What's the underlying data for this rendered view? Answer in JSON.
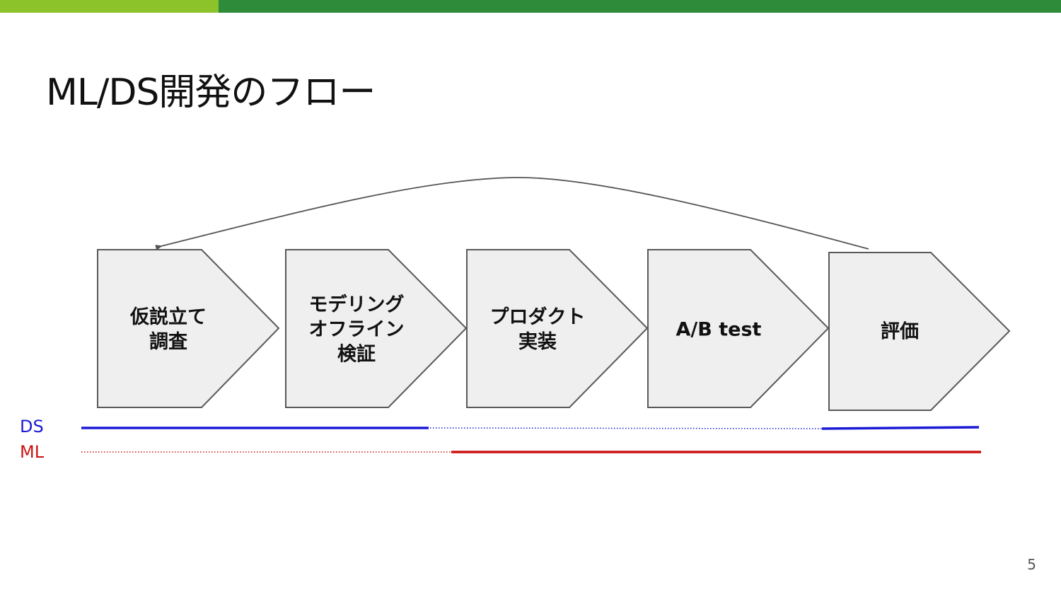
{
  "slide": {
    "title": "ML/DS開発のフロー",
    "page_number": "5"
  },
  "colors": {
    "topbar_light": "#8cc32a",
    "topbar_dark": "#2e8b3a",
    "step_fill": "#efefef",
    "step_stroke": "#595959",
    "ds": "#1a1ad6",
    "ml": "#cc1111",
    "arrow": "#555555"
  },
  "steps": [
    {
      "id": "hypothesis",
      "label": "仮説立て\n調査"
    },
    {
      "id": "modeling",
      "label": "モデリング\nオフライン\n検証"
    },
    {
      "id": "product",
      "label": "プロダクト\n実装"
    },
    {
      "id": "abtest",
      "label": "A/B test"
    },
    {
      "id": "evaluation",
      "label": "評価"
    }
  ],
  "lanes": [
    {
      "id": "ds",
      "label": "DS"
    },
    {
      "id": "ml",
      "label": "ML"
    }
  ]
}
